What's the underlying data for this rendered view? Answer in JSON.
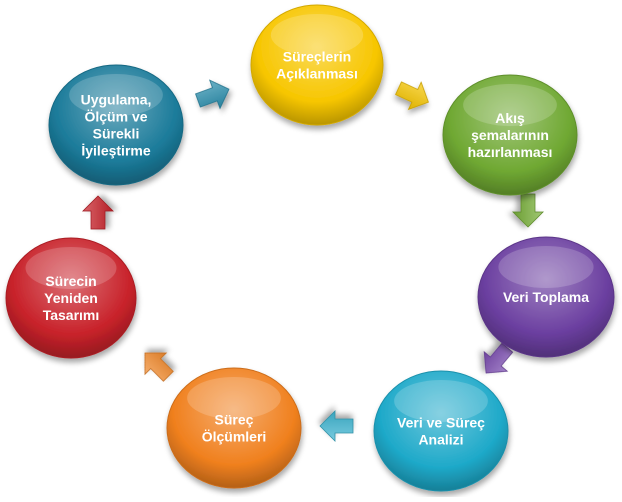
{
  "nodes": [
    {
      "id": "n1",
      "lines": [
        "Süreçlerin",
        "Açıklanması"
      ],
      "color": "#f7c600"
    },
    {
      "id": "n2",
      "lines": [
        "Akış",
        "şemalarının",
        "hazırlanması"
      ],
      "color": "#6fa832"
    },
    {
      "id": "n3",
      "lines": [
        "Veri Toplama"
      ],
      "color": "#6b3fa0"
    },
    {
      "id": "n4",
      "lines": [
        "Veri ve Süreç",
        "Analizi"
      ],
      "color": "#1ea9c9"
    },
    {
      "id": "n5",
      "lines": [
        "Süreç",
        "Ölçümleri"
      ],
      "color": "#f0801e"
    },
    {
      "id": "n6",
      "lines": [
        "Sürecin",
        "Yeniden",
        "Tasarımı"
      ],
      "color": "#c8222a"
    },
    {
      "id": "n7",
      "lines": [
        "Uygulama,",
        "Ölçüm ve",
        "Sürekli",
        "İyileştirme"
      ],
      "color": "#1b7b9a"
    }
  ],
  "arrows": [
    {
      "from": "n7",
      "to": "n1",
      "color": "#2b8fae"
    },
    {
      "from": "n1",
      "to": "n2",
      "color": "#f7c600"
    },
    {
      "from": "n2",
      "to": "n3",
      "color": "#78b03a"
    },
    {
      "from": "n3",
      "to": "n4",
      "color": "#7a4bb0"
    },
    {
      "from": "n4",
      "to": "n5",
      "color": "#3fb6d2"
    },
    {
      "from": "n5",
      "to": "n6",
      "color": "#f28a2c"
    },
    {
      "from": "n6",
      "to": "n7",
      "color": "#c8222a"
    }
  ]
}
